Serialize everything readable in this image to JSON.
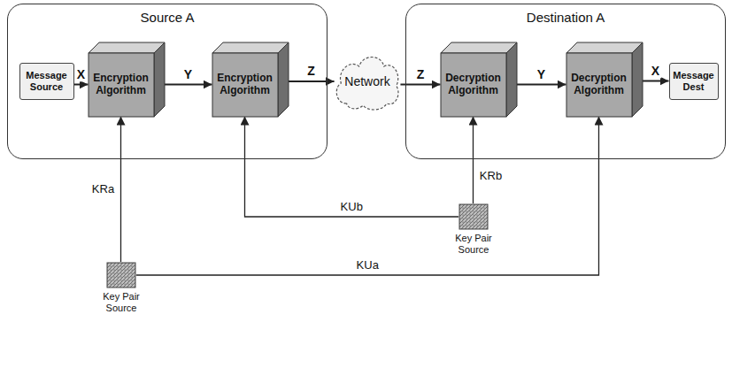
{
  "diagram": {
    "nodes": [
      {
        "text": [
          "Source A"
        ]
      },
      {
        "text": [
          "Message Source"
        ],
        "in": 0
      },
      {
        "text": [
          "Encryption Algorithm"
        ],
        "in": 0
      },
      {
        "text": [
          "Encryption Algorithm"
        ],
        "in": 0
      },
      {
        "text": [
          "Network"
        ]
      },
      {
        "text": [
          "Destination A"
        ]
      },
      {
        "text": [
          "Decryption Algorithm"
        ],
        "in": 5
      },
      {
        "text": [
          "Decryption Algorithm"
        ],
        "in": 5
      },
      {
        "text": [
          "Message Dest"
        ],
        "in": 5
      },
      {
        "text": [
          "Key Pair Source"
        ]
      },
      {
        "text": [
          "Key Pair Source"
        ]
      }
    ],
    "edges": [
      {
        "from": 1,
        "to": 2,
        "arrow": "to",
        "label": "X"
      },
      {
        "from": 2,
        "to": 3,
        "arrow": "to",
        "label": "Y"
      },
      {
        "from": 3,
        "to": 4,
        "arrow": "to",
        "label": "Z"
      },
      {
        "from": 4,
        "to": 6,
        "arrow": "to",
        "label": "Z"
      },
      {
        "from": 6,
        "to": 7,
        "arrow": "to",
        "label": "Y"
      },
      {
        "from": 7,
        "to": 8,
        "arrow": "to",
        "label": "X"
      },
      {
        "from": 10,
        "to": 2,
        "arrow": "to",
        "label": "KRa"
      },
      {
        "from": 10,
        "to": 7,
        "arrow": "to",
        "label": "KUa"
      },
      {
        "from": 9,
        "to": 6,
        "arrow": "to",
        "label": "KRb"
      },
      {
        "from": 9,
        "to": 3,
        "arrow": "to",
        "label": "KUb"
      }
    ]
  }
}
